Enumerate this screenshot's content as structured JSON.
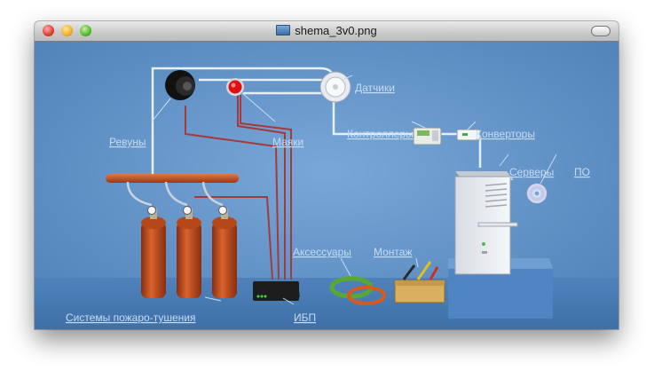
{
  "window": {
    "title": "shema_3v0.png",
    "file_icon": "image-file-icon"
  },
  "labels": {
    "sensors": "Датчики",
    "sirens": "Ревуны",
    "beacons": "Маяки",
    "controllers": "Контроллеры",
    "converters": "Конверторы",
    "servers": "Серверы",
    "software": "ПО",
    "accessories": "Аксессуары",
    "installation": "Монтаж",
    "extinguishing": "Системы пожаро-тушения",
    "ups": "ИБП"
  },
  "colors": {
    "background": "#5b8fc4",
    "label": "#c5dcf4",
    "cylinder": "#c4501e",
    "beacon": "#e01010",
    "cable_red": "#a63a3a",
    "cable_white": "#e6eef6"
  }
}
